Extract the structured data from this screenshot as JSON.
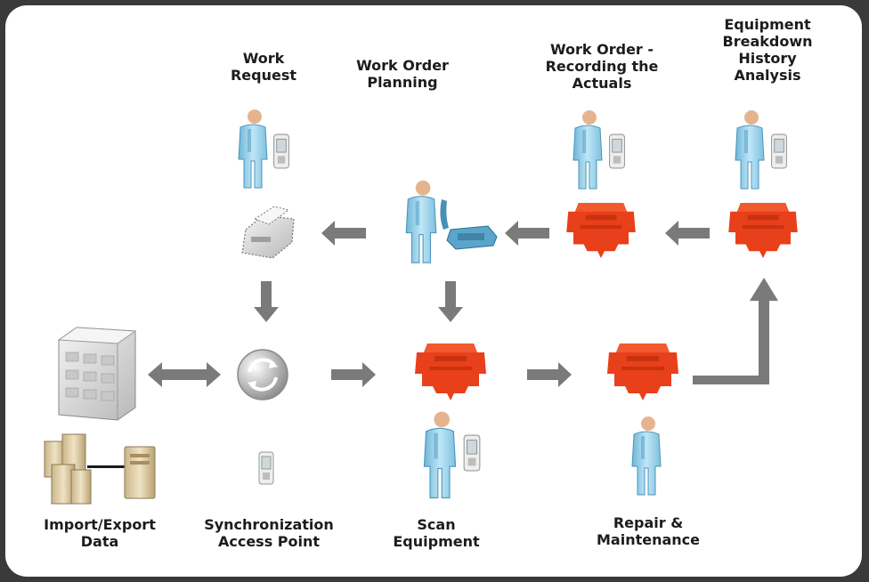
{
  "labels": {
    "work_request": "Work\nRequest",
    "work_order_planning": "Work Order\nPlanning",
    "work_order_actuals": "Work Order -\nRecording the\nActuals",
    "breakdown_analysis": "Equipment\nBreakdown\nHistory Analysis",
    "import_export": "Import/Export\nData",
    "sync_access_point": "Synchronization\nAccess Point",
    "scan_equipment": "Scan\nEquipment",
    "repair_maintenance": "Repair &\nMaintenance"
  },
  "colors": {
    "arrow": "#7a7a7a",
    "machine": "#e8401a",
    "person_body": "#9dd3ec",
    "person_head": "#e5b48f",
    "frame": "#ffffff",
    "border": "#3a3a3a"
  },
  "icons": {
    "person": "person-icon",
    "handheld": "handheld-device-icon",
    "machine": "machine-icon",
    "printer": "printer-icon",
    "phone": "phone-icon",
    "sync": "sync-icon",
    "server": "server-icon",
    "database": "database-icon"
  }
}
